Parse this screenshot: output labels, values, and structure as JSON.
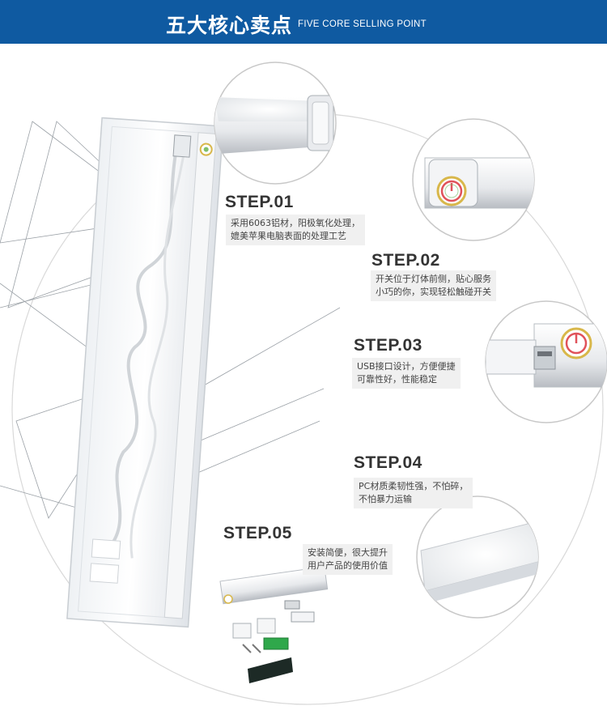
{
  "header": {
    "title": "五大核心卖点",
    "subtitle": "FIVE CORE SELLING POINT",
    "bg_color": "#0f5aa1"
  },
  "steps": [
    {
      "title": "STEP.01",
      "lines": [
        "采用6063铝材，阳极氧化处理，",
        "媲美苹果电脑表面的处理工艺"
      ],
      "detail_image": "aluminum-profile-end-closeup"
    },
    {
      "title": "STEP.02",
      "lines": [
        "开关位于灯体前侧，贴心服务",
        "小巧的你，实现轻松触碰开关"
      ],
      "detail_image": "front-touch-switch-closeup"
    },
    {
      "title": "STEP.03",
      "lines": [
        "USB接口设计，方便便捷",
        "可靠性好，性能稳定"
      ],
      "detail_image": "usb-plug-closeup"
    },
    {
      "title": "STEP.04",
      "lines": [
        "PC材质柔韧性强，不怕碎，",
        "不怕暴力运输"
      ],
      "detail_image": "pc-diffuser-closeup"
    },
    {
      "title": "STEP.05",
      "lines": [
        "安装简便，很大提升",
        "用户产品的使用价值"
      ],
      "detail_image": "accessory-kit"
    }
  ],
  "product_image": "led-bar-light-in-clear-box"
}
